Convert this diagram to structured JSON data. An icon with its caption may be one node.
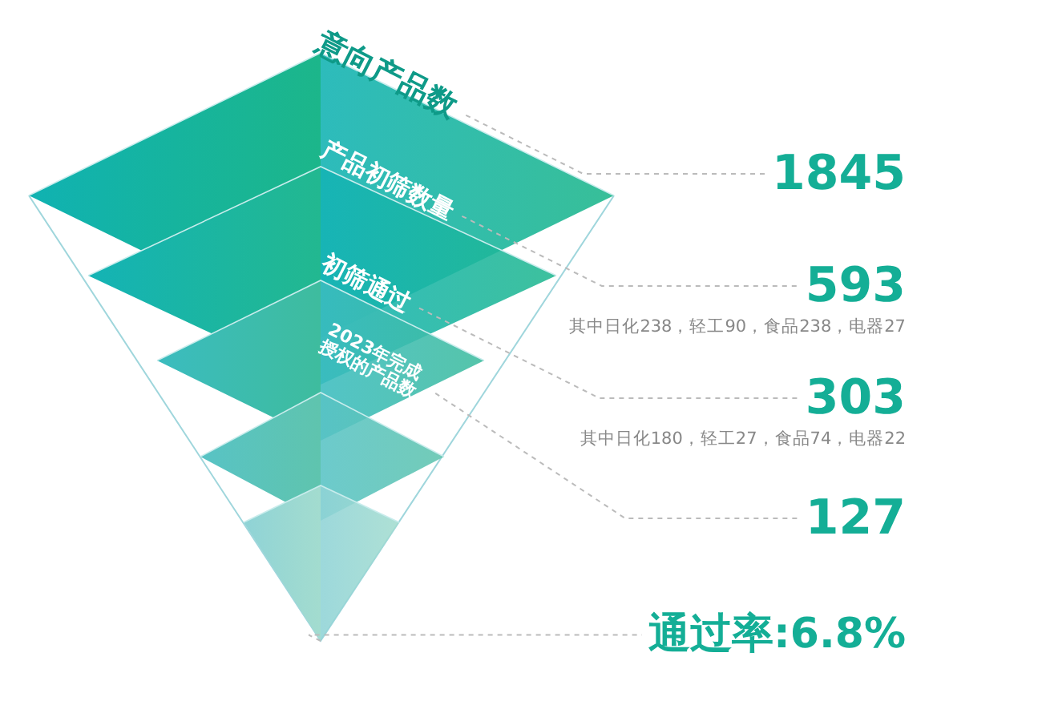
{
  "diagram": {
    "nodes": [
      {
        "text": [
          "意向产品数"
        ]
      },
      {
        "text": [
          "产品初筛数量"
        ]
      },
      {
        "text": [
          "初筛通过"
        ]
      },
      {
        "text": [
          "2023年完成授权的产品数"
        ]
      },
      {
        "text": [
          "1845"
        ]
      },
      {
        "text": [
          "593"
        ],
        "beside": [
          "其中日化238，轻工90，食品238，电器27"
        ]
      },
      {
        "text": [
          "303"
        ],
        "beside": [
          "其中日化180，轻工27，食品74，电器22"
        ]
      },
      {
        "text": [
          "127"
        ]
      },
      {
        "text": [
          "通过率:6.8%"
        ]
      }
    ],
    "edges": [
      {
        "from": 0,
        "to": 4,
        "arrow": "none",
        "style": "dashed"
      },
      {
        "from": 1,
        "to": 5,
        "arrow": "none",
        "style": "dashed"
      },
      {
        "from": 2,
        "to": 6,
        "arrow": "none",
        "style": "dashed"
      },
      {
        "from": 3,
        "to": 7,
        "arrow": "none",
        "style": "dashed"
      },
      {
        "from": null,
        "to": 8,
        "arrow": "none",
        "style": "dashed"
      }
    ]
  }
}
